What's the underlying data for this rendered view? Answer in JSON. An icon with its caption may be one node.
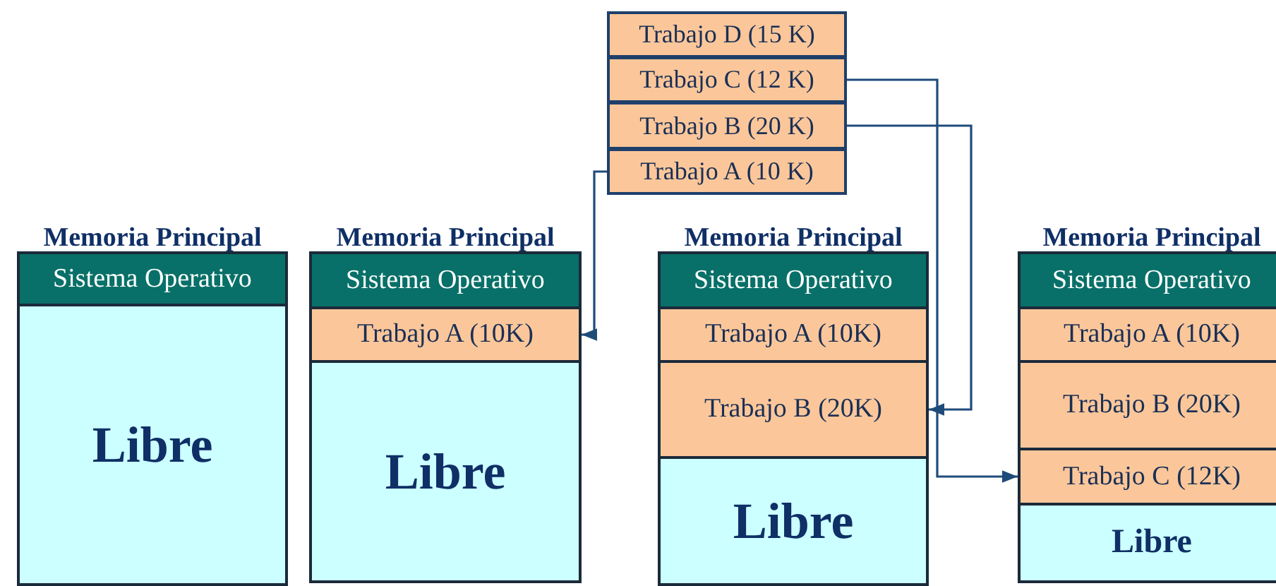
{
  "diagram": {
    "nodes": [
      {
        "text": [
          "Trabajo D (15 K)"
        ]
      },
      {
        "text": [
          "Trabajo C (12 K)"
        ]
      },
      {
        "text": [
          "Trabajo B (20 K)"
        ]
      },
      {
        "text": [
          "Trabajo A (10 K)"
        ]
      },
      {
        "text": [
          "Memoria Principal"
        ]
      },
      {
        "text": [
          "Sistema Operativo"
        ],
        "in": 4
      },
      {
        "text": [
          "Libre"
        ],
        "in": 4
      },
      {
        "text": [
          "Memoria Principal"
        ]
      },
      {
        "text": [
          "Sistema Operativo"
        ],
        "in": 7
      },
      {
        "text": [
          "Trabajo A (10K)"
        ],
        "in": 7
      },
      {
        "text": [
          "Libre"
        ],
        "in": 7
      },
      {
        "text": [
          "Memoria Principal"
        ]
      },
      {
        "text": [
          "Sistema Operativo"
        ],
        "in": 11
      },
      {
        "text": [
          "Trabajo A (10K)"
        ],
        "in": 11
      },
      {
        "text": [
          "Trabajo B (20K)"
        ],
        "in": 11
      },
      {
        "text": [
          "Libre"
        ],
        "in": 11
      },
      {
        "text": [
          "Memoria Principal"
        ]
      },
      {
        "text": [
          "Sistema Operativo"
        ],
        "in": 16
      },
      {
        "text": [
          "Trabajo A (10K)"
        ],
        "in": 16
      },
      {
        "text": [
          "Trabajo B (20K)"
        ],
        "in": 16
      },
      {
        "text": [
          "Trabajo C (12K)"
        ],
        "in": 16
      },
      {
        "text": [
          "Libre"
        ],
        "in": 16
      }
    ],
    "edges": [
      {
        "from": 3,
        "to": 9,
        "arrow": "to"
      },
      {
        "from": 2,
        "to": 14,
        "arrow": "to"
      },
      {
        "from": 1,
        "to": 20,
        "arrow": "to"
      }
    ]
  }
}
